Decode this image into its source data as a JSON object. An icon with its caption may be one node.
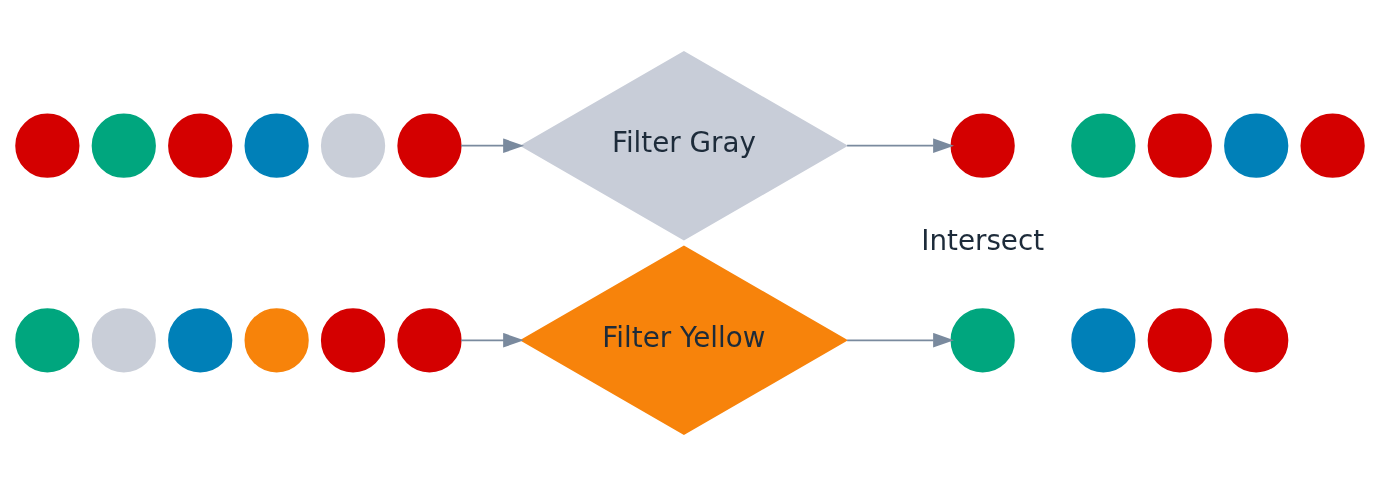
{
  "diagram": {
    "nodes": [
      {
        "text": [],
        "shape": "circle"
      },
      {
        "text": [],
        "shape": "circle"
      },
      {
        "text": [],
        "shape": "circle"
      },
      {
        "text": [],
        "shape": "circle"
      },
      {
        "text": [],
        "shape": "circle"
      },
      {
        "text": [],
        "shape": "circle"
      },
      {
        "text": [],
        "shape": "circle"
      },
      {
        "text": [],
        "shape": "circle"
      },
      {
        "text": [],
        "shape": "circle"
      },
      {
        "text": [],
        "shape": "circle"
      },
      {
        "text": [],
        "shape": "circle"
      },
      {
        "text": [],
        "shape": "circle"
      },
      {
        "text": [
          "Filter Gray"
        ]
      },
      {
        "text": [
          "Filter Yellow"
        ]
      },
      {
        "text": [],
        "shape": "circle"
      },
      {
        "text": [],
        "shape": "circle"
      },
      {
        "text": [],
        "shape": "circle"
      },
      {
        "text": [],
        "shape": "circle"
      },
      {
        "text": [],
        "shape": "circle"
      },
      {
        "text": [],
        "shape": "circle"
      },
      {
        "text": [],
        "shape": "circle"
      },
      {
        "text": [],
        "shape": "circle"
      },
      {
        "text": [],
        "shape": "circle"
      }
    ],
    "edges": [
      {
        "from": 5,
        "to": 12,
        "arrow": "to"
      },
      {
        "from": 11,
        "to": 13,
        "arrow": "to"
      },
      {
        "from": 12,
        "to": 14,
        "arrow": "to"
      },
      {
        "from": 13,
        "to": 19,
        "arrow": "to"
      }
    ],
    "labels": [
      "Intersect"
    ]
  }
}
